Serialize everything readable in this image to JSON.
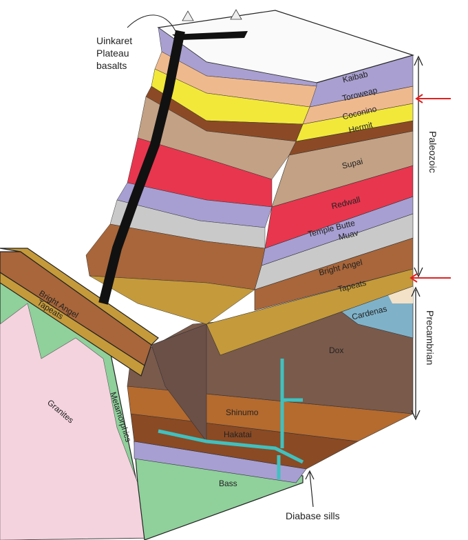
{
  "title_annotation": "Uinkaret Plateau basalts",
  "title_lines": [
    "Uinkaret",
    "Plateau",
    "basalts"
  ],
  "eras": {
    "upper": "Paleozoic",
    "lower": "Precambrian"
  },
  "layers": {
    "kaibab": "Kaibab",
    "toroweap": "Toroweap",
    "coconino": "Coconino",
    "hermit": "Hermit",
    "supai": "Supai",
    "redwall": "Redwall",
    "temple_butte": "Temple Butte",
    "muav": "Muav",
    "bright_angel": "Bright Angel",
    "tapeats": "Tapeats",
    "cardenas": "Cardenas",
    "dox": "Dox",
    "shinumo": "Shinumo",
    "hakatai": "Hakatai",
    "bass": "Bass"
  },
  "left_block": {
    "bright_angel": "Bright Angel",
    "tapeats": "Tapeats",
    "granites": "Granites",
    "metamorphics": "Metamorphics"
  },
  "diabase": "Diabase sills",
  "colors": {
    "kaibab": "#a99fd0",
    "toroweap": "#efb98e",
    "coconino": "#f2e83a",
    "hermit": "#8b4a25",
    "supai": "#c3a184",
    "redwall": "#e8364e",
    "temple_butte": "#a79fd2",
    "muav": "#c9c9c9",
    "bright_angel": "#a8663a",
    "tapeats": "#c59a3a",
    "cardenas": "#7fb2c9",
    "dox": "#7a5a4b",
    "shinumo": "#b56a2e",
    "hakatai": "#8a4a24",
    "bass": "#a79fd2",
    "granite": "#f4d3de",
    "metamorphic": "#8fd09b",
    "basalt": "#111111",
    "diabase": "#3fc1c0",
    "marker": "#e02020"
  }
}
